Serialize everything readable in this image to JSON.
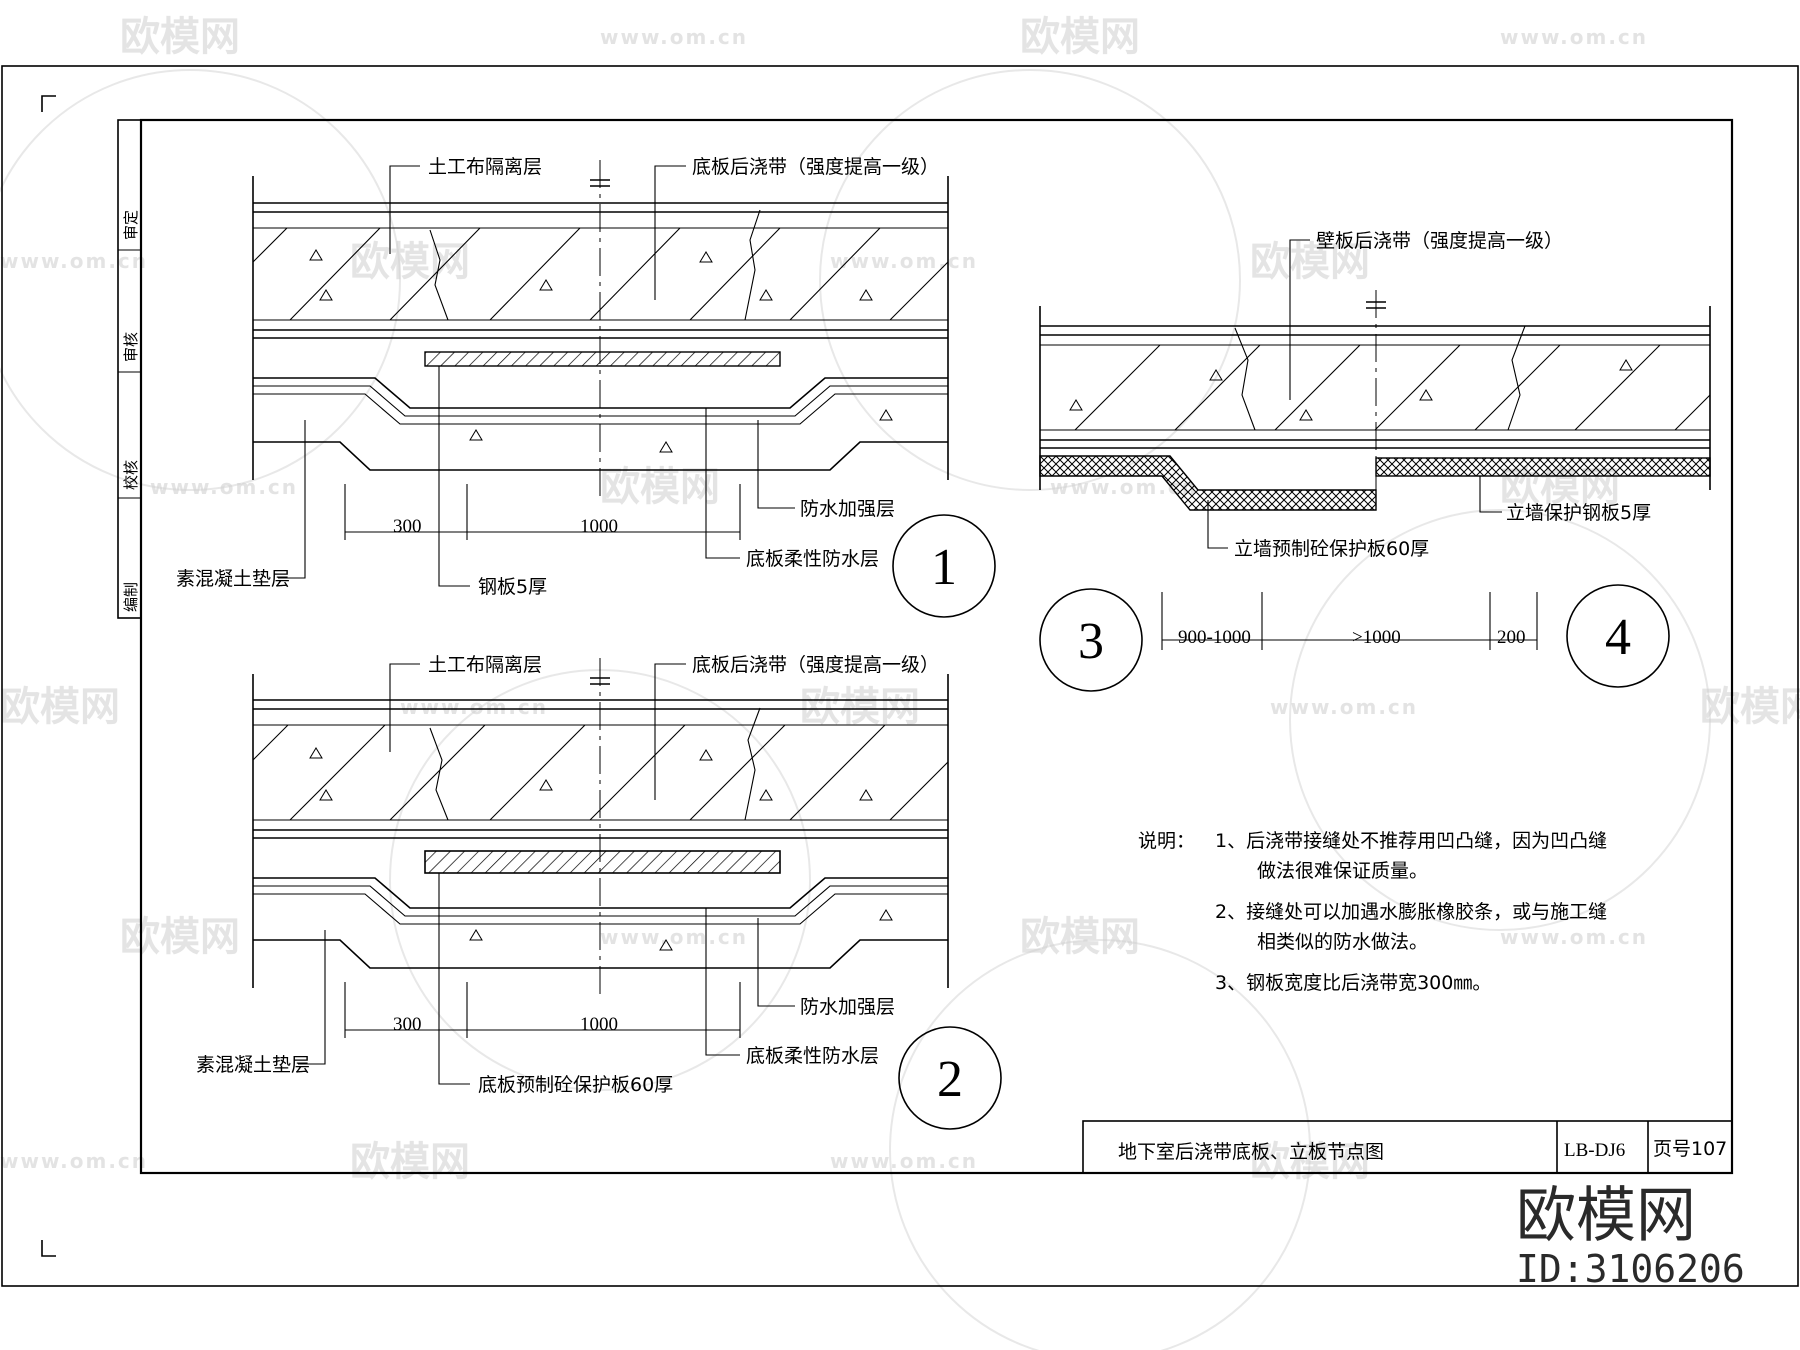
{
  "watermark": {
    "brand": "欧模网",
    "url": "www.om.cn"
  },
  "corner_brand": {
    "name": "欧模网",
    "id": "ID:3106206"
  },
  "side_stamp": [
    "审定",
    "审核",
    "校核",
    "编制"
  ],
  "detail1": {
    "number": "1",
    "labels": {
      "geotextile": "土工布隔离层",
      "post_band": "底板后浇带（强度提高一级）",
      "waterproof_reinforce": "防水加强层",
      "flexible_waterproof": "底板柔性防水层",
      "cushion": "素混凝土垫层",
      "steel_plate": "钢板5厚"
    },
    "dims": [
      "300",
      "1000"
    ]
  },
  "detail2": {
    "number": "2",
    "labels": {
      "geotextile": "土工布隔离层",
      "post_band": "底板后浇带（强度提高一级）",
      "waterproof_reinforce": "防水加强层",
      "flexible_waterproof": "底板柔性防水层",
      "cushion": "素混凝土垫层",
      "protect_board": "底板预制砼保护板60厚"
    },
    "dims": [
      "300",
      "1000"
    ]
  },
  "detail34": {
    "number_left": "3",
    "number_right": "4",
    "labels": {
      "wall_band": "壁板后浇带（强度提高一级）",
      "wall_precast": "立墙预制砼保护板60厚",
      "wall_steel": "立墙保护钢板5厚"
    },
    "dims": [
      "900-1000",
      ">1000",
      "200"
    ]
  },
  "notes": {
    "heading": "说明：",
    "items": [
      [
        "1、后浇带接缝处不推荐用凹凸缝，因为凹凸缝",
        "做法很难保证质量。"
      ],
      [
        "2、接缝处可以加遇水膨胀橡胶条，或与施工缝",
        "相类似的防水做法。"
      ],
      [
        "3、钢板宽度比后浇带宽300㎜。"
      ]
    ]
  },
  "title_block": {
    "title": "地下室后浇带底板、立板节点图",
    "code": "LB-DJ6",
    "page": "页号107"
  }
}
